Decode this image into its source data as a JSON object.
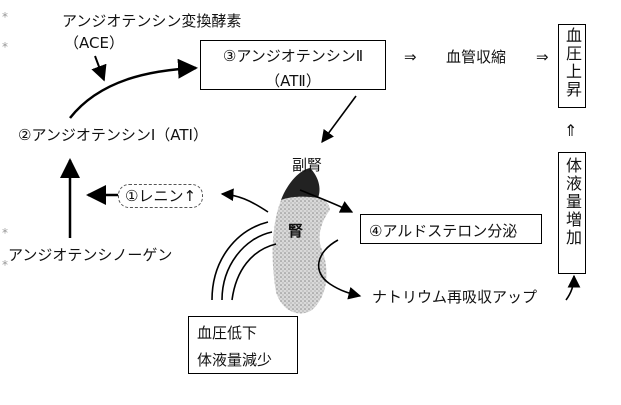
{
  "ace": {
    "line1": "アンジオテンシン変換酵素",
    "line2": "（ACE）"
  },
  "ang1": "②アンジオテンシンⅠ（ATⅠ）",
  "angiotensinogen": "アンジオテンシノーゲン",
  "renin": "①レニン↑",
  "ang2": {
    "line1": "③アンジオテンシンⅡ",
    "line2": "（ATⅡ）"
  },
  "vasoconstriction": {
    "arrow_left": "⇒",
    "text": "血管収縮",
    "arrow_right": "⇒"
  },
  "bp_rise": "血圧上昇",
  "volume_up": "体液量増加",
  "up_arrow": "⇑",
  "adrenal": "副腎",
  "kidney": "腎",
  "aldosterone": "④アルドステロン分泌",
  "sodium": "ナトリウム再吸収アップ",
  "trigger": {
    "line1": "血圧低下",
    "line2": "体液量減少"
  },
  "margin_marks": [
    "*",
    "*",
    "*",
    "*"
  ]
}
